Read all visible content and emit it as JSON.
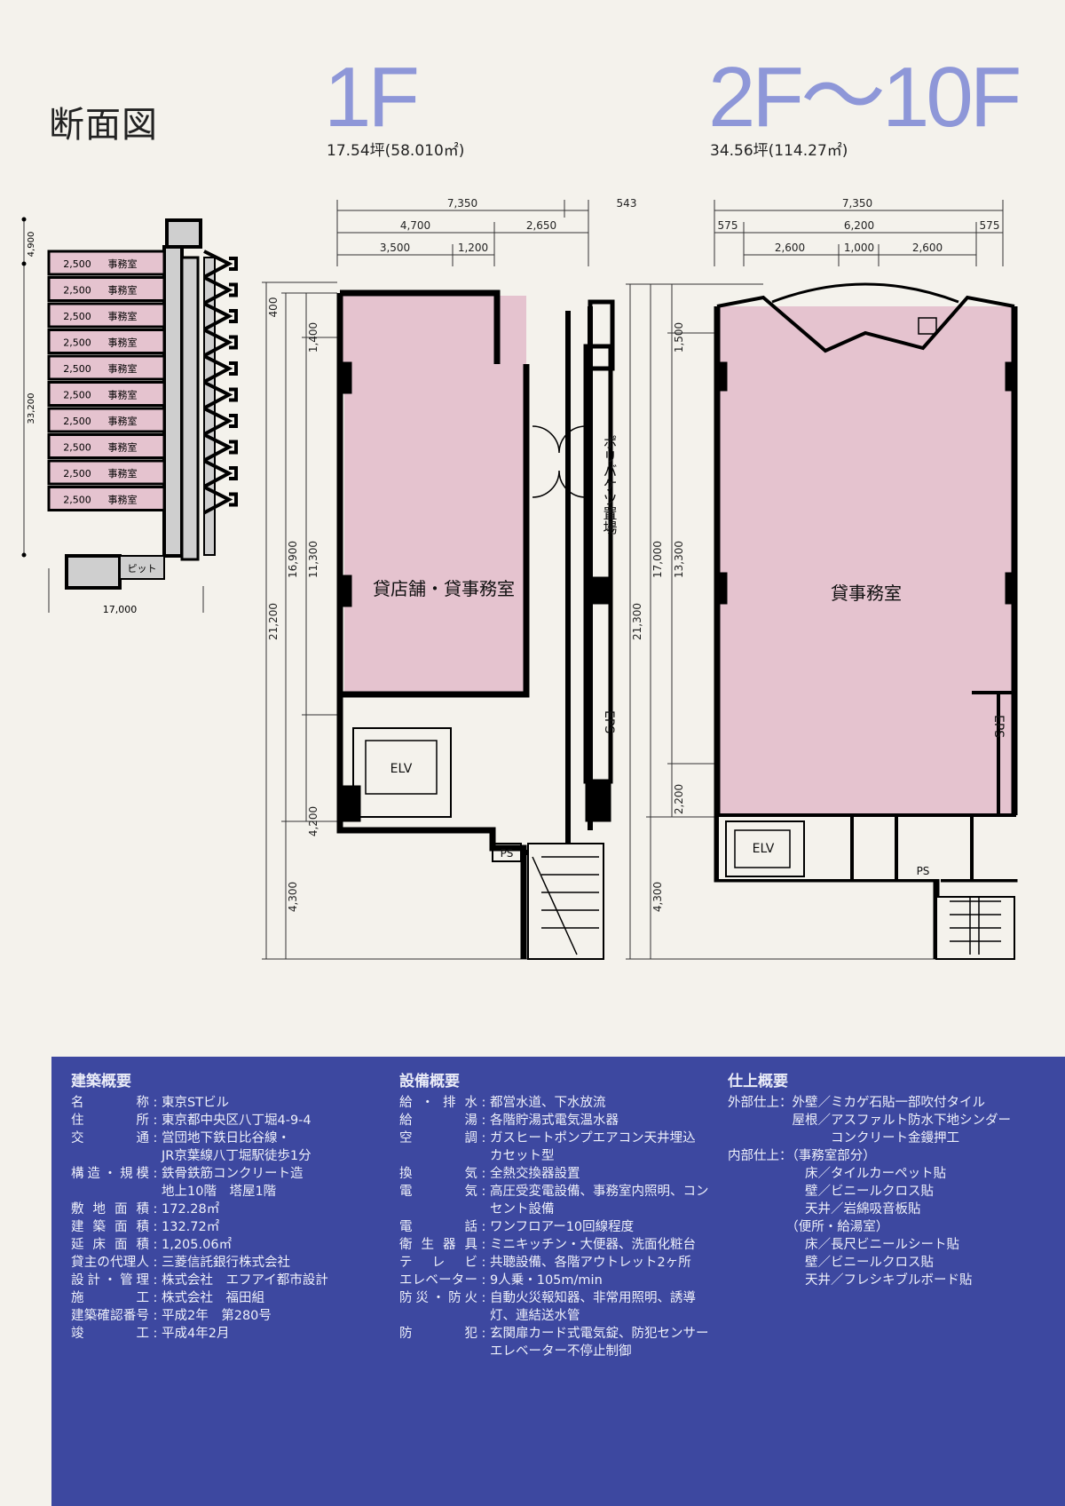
{
  "page": {
    "section_title": "断面図",
    "floor1": {
      "title": "1F",
      "area": "17.54坪(58.010㎡)"
    },
    "floor2": {
      "title": "2F～10F",
      "area": "34.56坪(114.27㎡)"
    }
  },
  "section": {
    "top_height": "4,900",
    "total_height": "33,200",
    "width": "17,000",
    "floor_height": "2,500",
    "room_label": "事務室",
    "floors": 10,
    "pit_label": "ピット"
  },
  "plan1f": {
    "dims_top": [
      "7,350",
      "543",
      "4,700",
      "2,650",
      "3,500",
      "1,200"
    ],
    "dims_left": [
      "400",
      "21,200",
      "16,900",
      "1,400",
      "11,300",
      "4,200",
      "4,300"
    ],
    "room_label": "貸店舗・貸事務室",
    "storage_label": "ポリバケツ置場",
    "eps_label": "EPS",
    "elv_label": "ELV",
    "ps_label": "PS"
  },
  "plan2f": {
    "dims_top": [
      "7,350",
      "575",
      "6,200",
      "575",
      "2,600",
      "1,000",
      "2,600"
    ],
    "dims_left": [
      "21,300",
      "17,000",
      "1,500",
      "13,300",
      "2,200",
      "4,300"
    ],
    "room_label": "貸事務室",
    "eps_label": "EPS",
    "elv_label": "ELV",
    "ps_label": "PS"
  },
  "specs": {
    "building": {
      "title": "建築概要",
      "rows": [
        {
          "k": "名称",
          "v": "東京STビル"
        },
        {
          "k": "住所",
          "v": "東京都中央区八丁堀4-9-4"
        },
        {
          "k": "交通",
          "v": "営団地下鉄日比谷線・\nJR京葉線八丁堀駅徒歩1分"
        },
        {
          "k": "構造・規模",
          "v": "鉄骨鉄筋コンクリート造\n地上10階　塔屋1階"
        },
        {
          "k": "敷地面積",
          "v": "172.28㎡"
        },
        {
          "k": "建築面積",
          "v": "132.72㎡"
        },
        {
          "k": "延床面積",
          "v": "1,205.06㎡"
        },
        {
          "k": "貸主の代理人",
          "v": "三菱信託銀行株式会社"
        },
        {
          "k": "設計・管理",
          "v": "株式会社　エフアイ都市設計"
        },
        {
          "k": "施工",
          "v": "株式会社　福田組"
        },
        {
          "k": "建築確認番号",
          "v": "平成2年　第280号"
        },
        {
          "k": "竣工",
          "v": "平成4年2月"
        }
      ]
    },
    "equipment": {
      "title": "設備概要",
      "rows": [
        {
          "k": "給・排水",
          "v": "都営水道、下水放流"
        },
        {
          "k": "給湯",
          "v": "各階貯湯式電気温水器"
        },
        {
          "k": "空調",
          "v": "ガスヒートポンプエアコン天井埋込\nカセット型"
        },
        {
          "k": "換気",
          "v": "全熱交換器設置"
        },
        {
          "k": "電気",
          "v": "高圧受変電設備、事務室内照明、コン\nセント設備"
        },
        {
          "k": "電話",
          "v": "ワンフロアー10回線程度"
        },
        {
          "k": "衛生器具",
          "v": "ミニキッチン・大便器、洗面化粧台"
        },
        {
          "k": "テレビ",
          "v": "共聴設備、各階アウトレット2ヶ所"
        },
        {
          "k": "エレベーター",
          "v": "9人乗・105m/min"
        },
        {
          "k": "防災・防火",
          "v": "自動火災報知器、非常用照明、誘導\n灯、連結送水管"
        },
        {
          "k": "防犯",
          "v": "玄関扉カード式電気錠、防犯センサー\nエレベーター不停止制御"
        }
      ]
    },
    "finish": {
      "title": "仕上概要",
      "lines": [
        "外部仕上：外壁／ミカゲ石貼一部吹付タイル",
        "　　　　　屋根／アスファルト防水下地シンダー",
        "　　　　　　　　コンクリート金鏝押工",
        "内部仕上：（事務室部分）",
        "　　　　　　床／タイルカーペット貼",
        "　　　　　　壁／ビニールクロス貼",
        "　　　　　　天井／岩綿吸音板貼",
        "　　　　　（便所・給湯室）",
        "　　　　　　床／長尺ビニールシート貼",
        "　　　　　　壁／ビニールクロス貼",
        "　　　　　　天井／フレシキブルボード貼"
      ]
    }
  },
  "colors": {
    "pink": "#e5c3cf",
    "panel": "#3d48a0",
    "title": "#8e97d8",
    "grey": "#cfcfcf"
  }
}
